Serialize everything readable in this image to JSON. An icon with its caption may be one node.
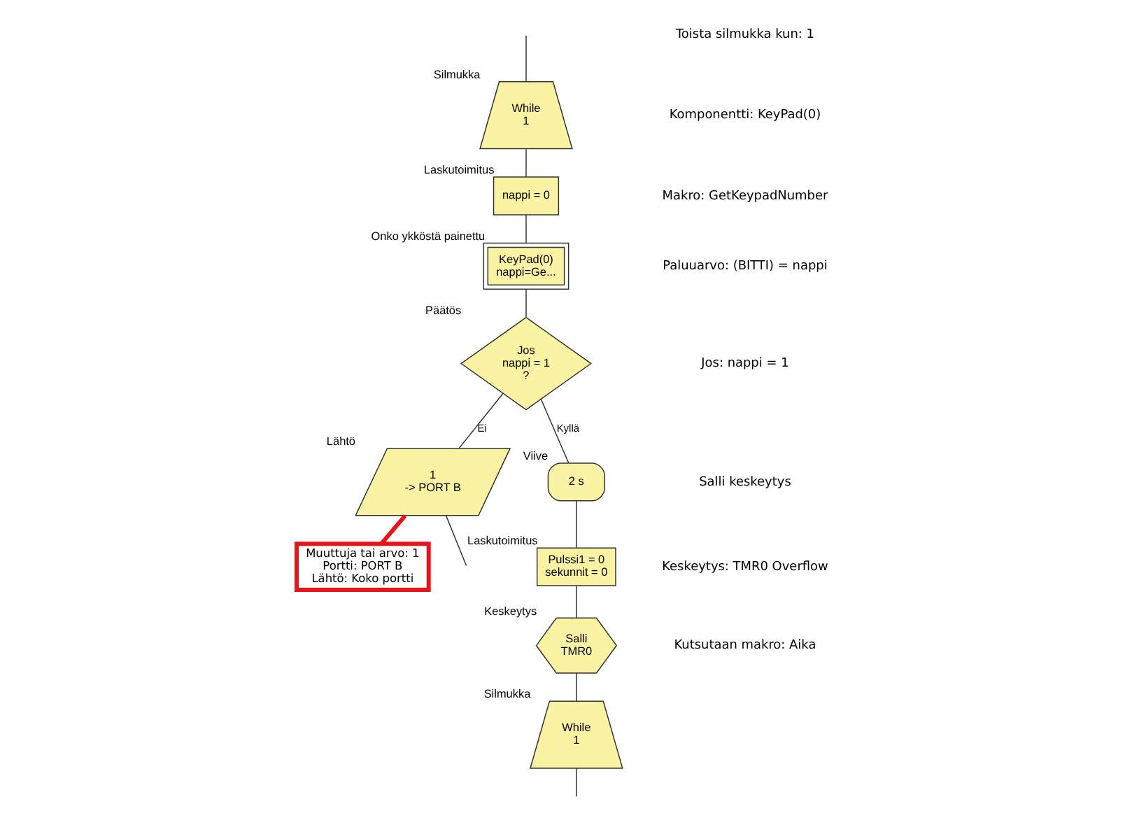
{
  "diagram": {
    "nodes": [
      {
        "text": [
          "While",
          "1"
        ],
        "beside": [
          "Silmukka"
        ]
      },
      {
        "text": [
          "nappi = 0"
        ],
        "beside": [
          "Laskutoimitus"
        ]
      },
      {
        "text": [
          "KeyPad(0)",
          "nappi=Ge..."
        ],
        "beside": [
          "Onko ykköstä painettu"
        ]
      },
      {
        "text": [
          "Jos",
          "nappi = 1",
          "?"
        ],
        "beside": [
          "Päätös"
        ]
      },
      {
        "text": [
          "1",
          "-> PORT B"
        ],
        "beside": [
          "Lähtö"
        ]
      },
      {
        "text": [
          "2 s"
        ],
        "beside": [
          "Viive"
        ]
      },
      {
        "text": [
          "Pulssi1 = 0",
          "sekunnit = 0"
        ],
        "beside": [
          "Laskutoimitus"
        ]
      },
      {
        "text": [
          "Salli",
          "TMR0"
        ],
        "beside": [
          "Keskeytys"
        ]
      },
      {
        "text": [
          "While",
          "1"
        ],
        "beside": [
          "Silmukka"
        ]
      },
      {
        "text": [
          "Muuttuja tai arvo: 1",
          "Portti: PORT B",
          "Lähtö: Koko portti"
        ]
      }
    ],
    "edges": [
      {
        "from": null,
        "to": 0,
        "arrow": "none"
      },
      {
        "from": 0,
        "to": 1,
        "arrow": "none"
      },
      {
        "from": 1,
        "to": 2,
        "arrow": "none"
      },
      {
        "from": 2,
        "to": 3,
        "arrow": "none"
      },
      {
        "from": 3,
        "to": 4,
        "arrow": "none",
        "label": "Ei"
      },
      {
        "from": 3,
        "to": 5,
        "arrow": "none",
        "label": "Kyllä"
      },
      {
        "from": 5,
        "to": 6,
        "arrow": "none"
      },
      {
        "from": 6,
        "to": 7,
        "arrow": "none"
      },
      {
        "from": 7,
        "to": 8,
        "arrow": "none"
      },
      {
        "from": 8,
        "to": null,
        "arrow": "none"
      },
      {
        "from": 4,
        "to": null,
        "arrow": "none"
      },
      {
        "from": 4,
        "to": 9,
        "arrow": "none",
        "style": "thick",
        "color": "#e8141b"
      }
    ],
    "labels": [
      "Toista silmukka kun: 1",
      "Komponentti: KeyPad(0)",
      "Makro: GetKeypadNumber",
      "Paluuarvo: (BITTI) = nappi",
      "Jos: nappi = 1",
      "Salli keskeytys",
      "Keskeytys: TMR0 Overflow",
      "Kutsutaan makro: Aika"
    ]
  }
}
